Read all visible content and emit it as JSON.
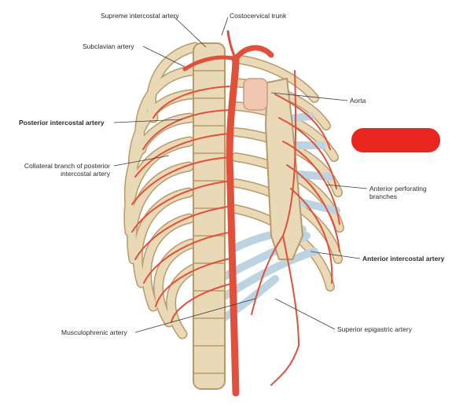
{
  "labels": {
    "supreme_intercostal_artery": "Supreme intercostal artery",
    "costocervical_trunk": "Costocervical trunk",
    "subclavian_artery": "Subclavian artery",
    "aorta": "Aorta",
    "posterior_intercostal_artery": "Posterior intercostal artery",
    "collateral_branch_line1": "Collateral branch of posterior",
    "collateral_branch_line2": "intercostal artery",
    "anterior_perforating_line1": "Anterior perforating",
    "anterior_perforating_line2": "branches",
    "anterior_intercostal_artery": "Anterior intercostal artery",
    "musculophrenic_artery": "Musculophrenic artery",
    "superior_epigastric_artery": "Superior epigastric artery"
  },
  "colors": {
    "bone": "#ead9b6",
    "bone_outline": "#b89a6a",
    "cartilage": "#bcd3e2",
    "artery": "#e0503a",
    "artery_dark": "#b8331f",
    "redaction": "#e8261f"
  }
}
